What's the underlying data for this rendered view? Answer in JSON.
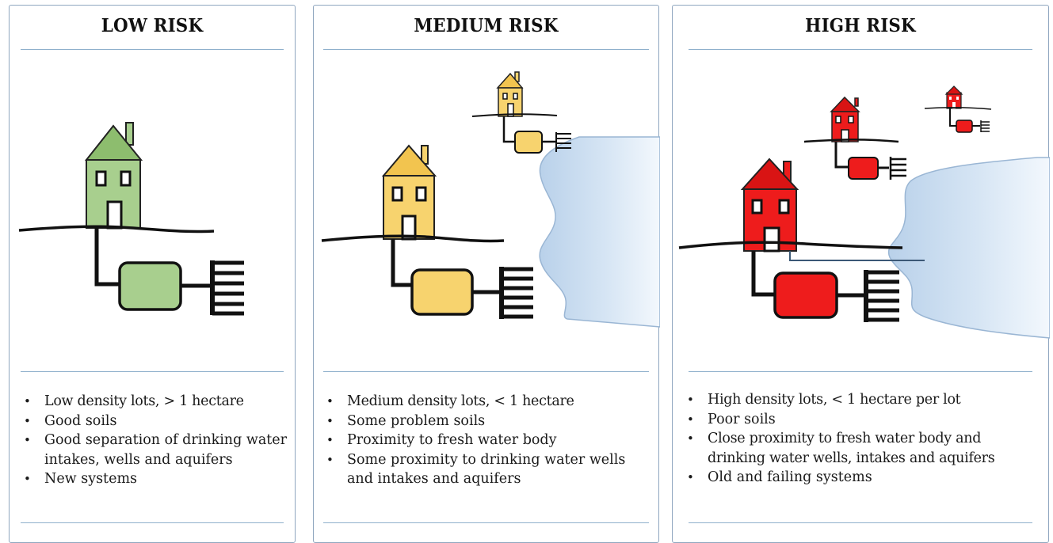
{
  "panels": [
    {
      "title": "LOW RISK",
      "bullets": [
        "Low density lots, > 1 hectare",
        "Good soils",
        "Good separation of drinking water intakes, wells and aquifers",
        "New systems"
      ],
      "fill_color": "#a8cf8e",
      "roof_color": "#8dbd6e"
    },
    {
      "title": "MEDIUM RISK",
      "bullets": [
        "Medium density lots, < 1 hectare",
        "Some problem soils",
        "Proximity to fresh water body",
        "Some proximity to drinking water wells and intakes and aquifers"
      ],
      "fill_color": "#f7d36e",
      "roof_color": "#f2c44f"
    },
    {
      "title": "HIGH RISK",
      "bullets": [
        "High density lots, < 1 hectare per lot",
        "Poor soils",
        "Close proximity to fresh water body and drinking water wells, intakes and aquifers",
        "Old and failing systems"
      ],
      "fill_color": "#ee1c1c",
      "roof_color": "#d91414"
    }
  ],
  "colors": {
    "border": "#8fa6bf",
    "rule": "#8fb0cc",
    "water": "#c9dcef"
  }
}
